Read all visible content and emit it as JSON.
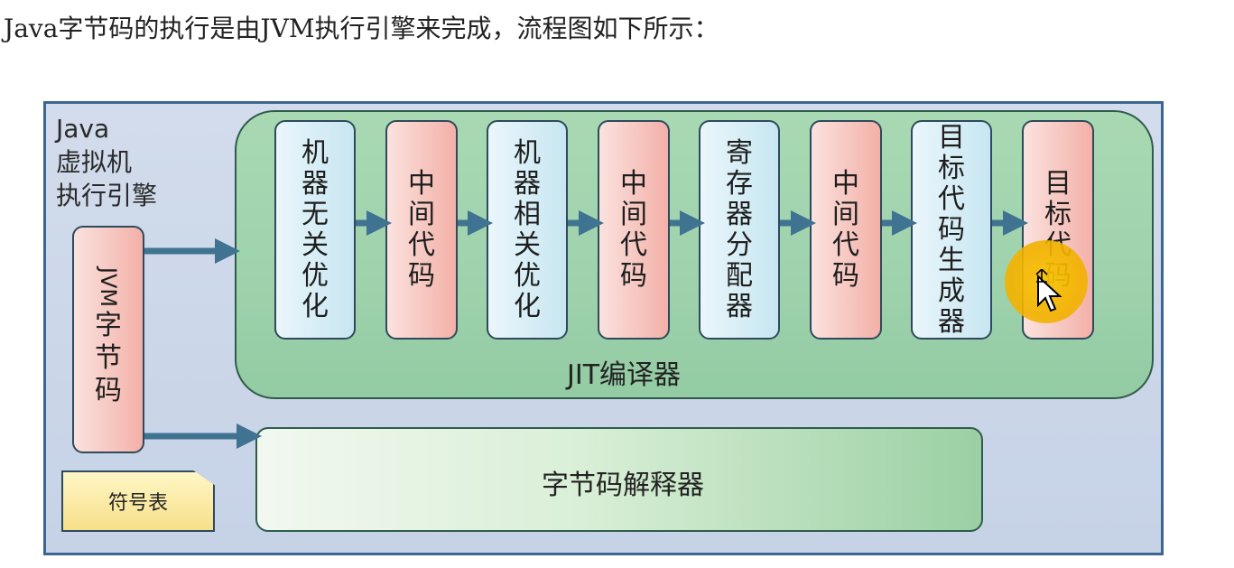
{
  "heading": "Java字节码的执行是由JVM执行引擎来完成，流程图如下所示：",
  "diagram": {
    "engine_label": "Java\n虚拟机\n执行引擎",
    "bytecode_prefix": "JVM",
    "bytecode_suffix": "字节码",
    "symbol_table": "符号表",
    "jit_compiler": "JIT编译器",
    "interpreter": "字节码解释器",
    "jit_stages": [
      {
        "label": "机器无关优化",
        "kind": "process"
      },
      {
        "label": "中间代码",
        "kind": "artifact"
      },
      {
        "label": "机器相关优化",
        "kind": "process"
      },
      {
        "label": "中间代码",
        "kind": "artifact"
      },
      {
        "label": "寄存器分配器",
        "kind": "process"
      },
      {
        "label": "中间代码",
        "kind": "artifact"
      },
      {
        "label": "目标代码生成器",
        "kind": "process"
      },
      {
        "label": "目标代码",
        "kind": "artifact"
      }
    ]
  },
  "colors": {
    "process_box": "#c7e6f1",
    "artifact_box": "#f3b0a8",
    "jit_panel": "#9fd3ad",
    "frame": "#3d6592",
    "arrow": "#3f7391",
    "cursor_highlight": "#f2b200"
  }
}
